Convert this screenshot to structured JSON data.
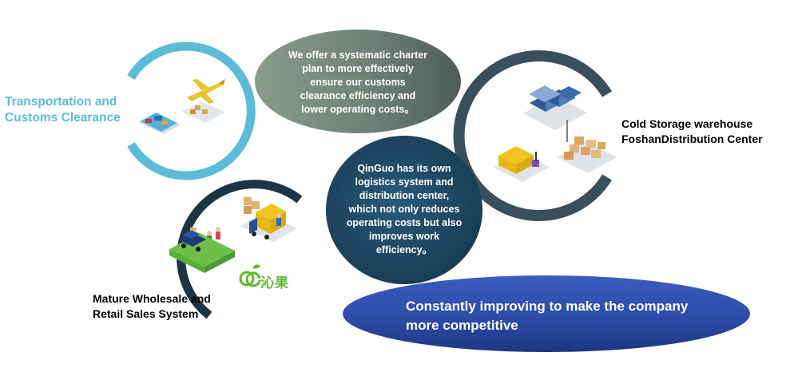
{
  "nodes": {
    "transportation": {
      "lines": [
        "Transportation and",
        "Customs Clearance"
      ],
      "color": "#5cbcd8"
    },
    "cold_storage": {
      "lines": [
        "Cold Storage warehouse",
        "FoshanDistribution Center"
      ],
      "color": "#000000"
    },
    "wholesale": {
      "lines": [
        "Mature Wholesale and",
        "Retail Sales System"
      ],
      "color": "#000000"
    }
  },
  "ovals": {
    "charter_plan": {
      "lines": [
        "We offer a systematic charter",
        "plan to more effectively",
        "ensure our customs",
        "clearance efficiency and",
        "lower operating costs。"
      ]
    },
    "logistics": {
      "lines": [
        "QinGuo has its own",
        "logistics system and",
        "distribution center,",
        "which not only reduces",
        "operating costs but also",
        "improves work",
        "efficiency。"
      ]
    }
  },
  "banner": {
    "lines": [
      "Constantly improving to make the company",
      "more competitive"
    ]
  },
  "logo": {
    "text": "沁果",
    "icon": "qg-leaf-logo-icon",
    "color": "#5fb830"
  },
  "colors": {
    "ring_light_blue": "#5cbcd8",
    "ring_dark_slate": "#3a4f5c",
    "ring_dark_navy": "#1f3443",
    "oval_gray_green": "#7c8c80",
    "oval_navy": "#1f4660",
    "banner_blue": "#2e4fa8"
  },
  "icons": [
    "airplane-icon",
    "cargo-ship-icon",
    "warehouse-icon",
    "delivery-truck-icon",
    "forklift-icon",
    "pallet-boxes-icon",
    "car-icon",
    "people-icon"
  ]
}
